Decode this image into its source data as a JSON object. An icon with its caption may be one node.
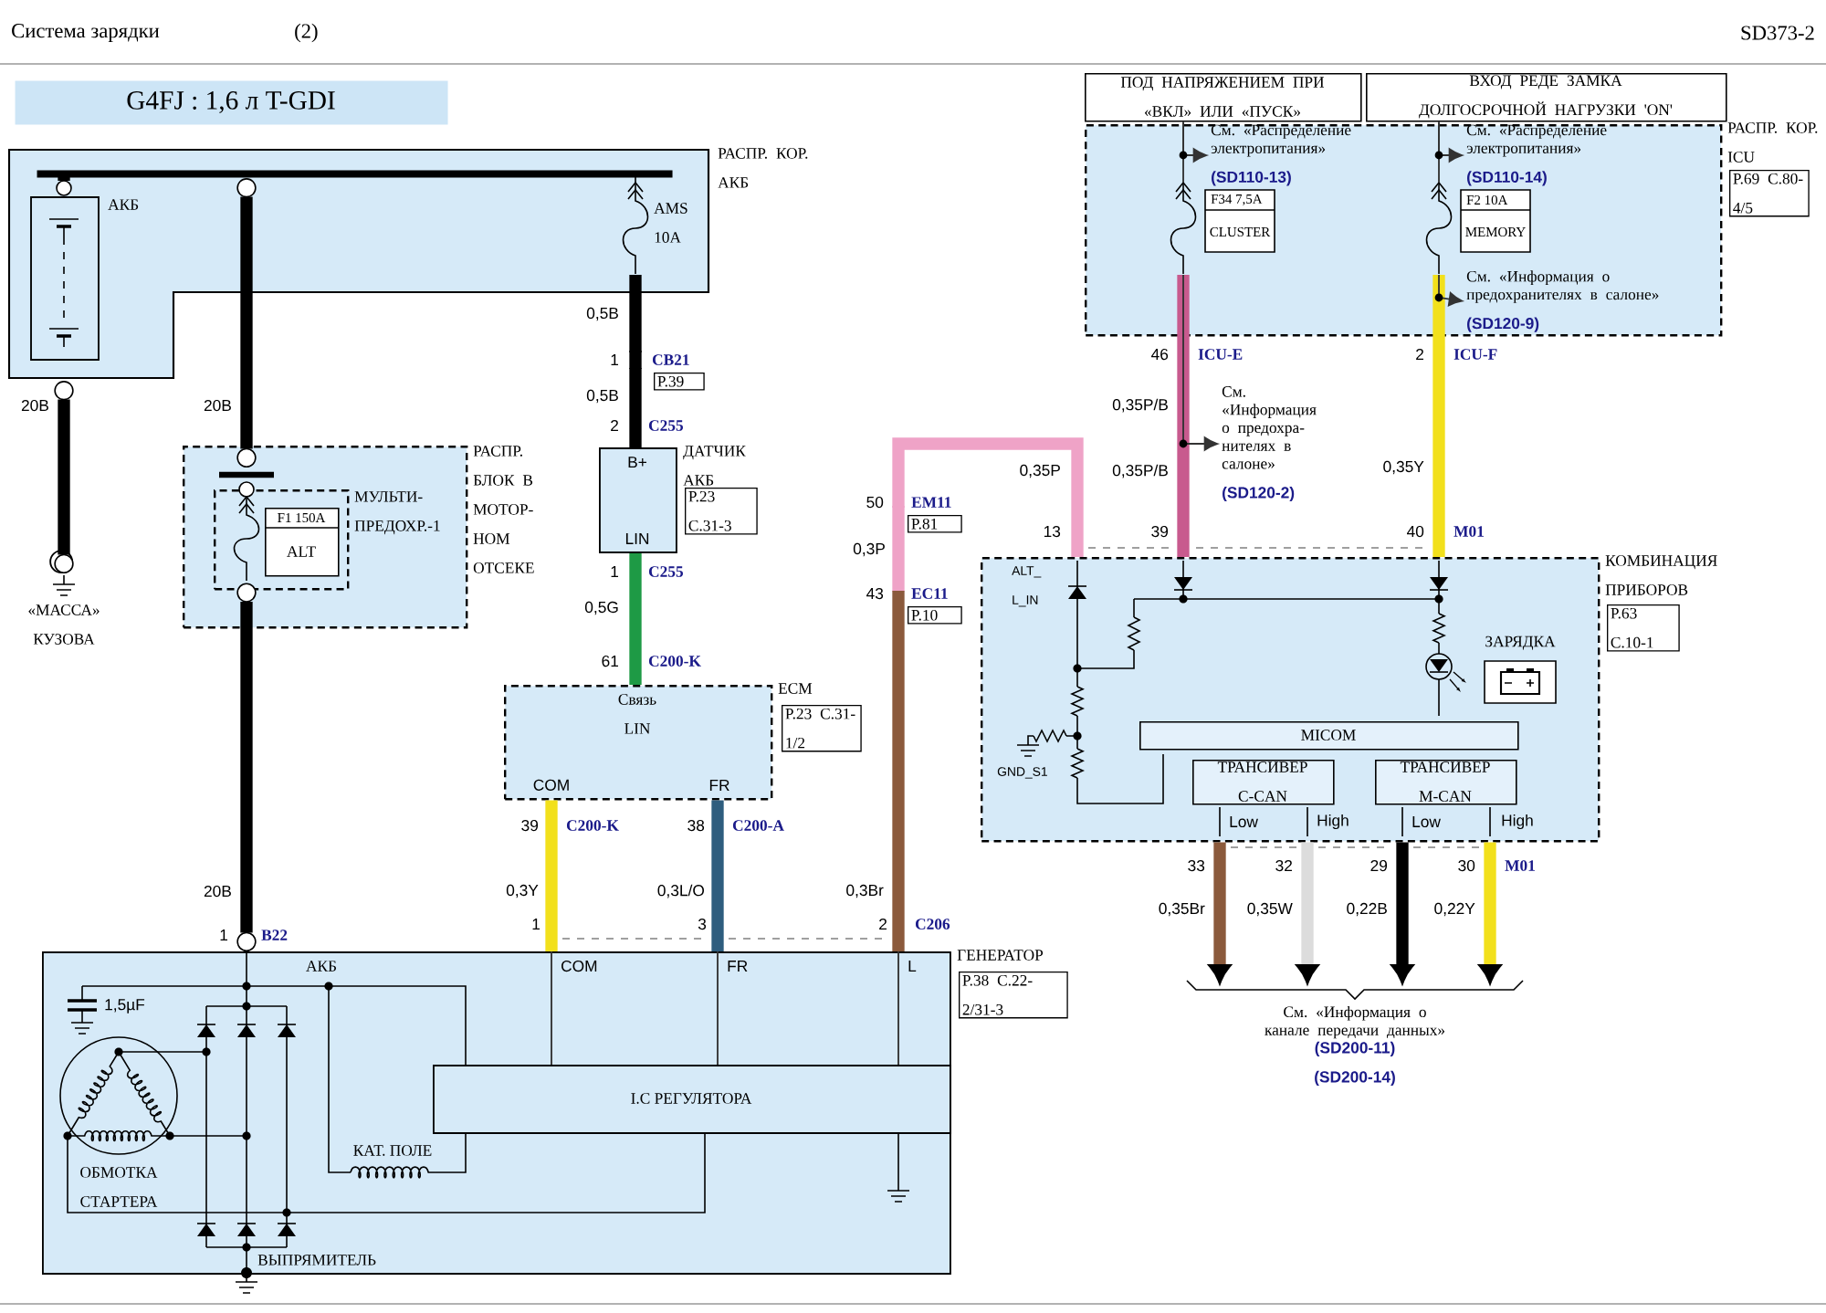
{
  "diagram": {
    "title": "Система зарядки",
    "nodes": [
      {
        "text": [
          "G4FJ : 1,6 л T-GDI"
        ]
      },
      {
        "text": [
          "РАСПР. КОР. АКБ"
        ]
      },
      {
        "text": [
          "АКБ"
        ],
        "in": 1
      },
      {
        "text": [
          "AMS 10A"
        ],
        "in": 1
      },
      {
        "text": [
          "«МАССА» КУЗОВА"
        ]
      },
      {
        "text": [
          "РАСПР. БЛОК В МОТОР- НОМ ОТСЕКЕ"
        ]
      },
      {
        "text": [
          "МУЛЬТИ- ПРЕДОХР.-1"
        ],
        "in": 5
      },
      {
        "text": [
          "F1 150A",
          "ALT"
        ],
        "in": 6
      },
      {
        "text": [
          "B+",
          "LIN",
          "ДАТЧИК АКБ"
        ]
      },
      {
        "text": [
          "Связь LIN",
          "COM",
          "FR",
          "ECM"
        ]
      },
      {
        "text": [
          "РАСПР. КОР. ICU"
        ]
      },
      {
        "text": [
          "ПОД НАПРЯЖЕНИЕМ ПРИ «ВКЛ» ИЛИ «ПУСК»"
        ]
      },
      {
        "text": [
          "ВХОД РЕДЕ ЗАМКА ДОЛГОСРОЧНОЙ НАГРУЗКИ 'ON'"
        ]
      },
      {
        "text": [
          "F34 7,5A",
          "CLUSTER"
        ],
        "in": 10
      },
      {
        "text": [
          "F2 10A",
          "MEMORY"
        ],
        "in": 10
      },
      {
        "text": [
          "КОМБИНАЦИЯ ПРИБОРОВ",
          "ALT_ L_IN",
          "GND_S1",
          "Low",
          "High",
          "Low",
          "High"
        ]
      },
      {
        "text": [
          "MICOM"
        ],
        "in": 15
      },
      {
        "text": [
          "ТРАНСИВЕР C-CAN"
        ],
        "in": 15
      },
      {
        "text": [
          "ТРАНСИВЕР M-CAN"
        ],
        "in": 15
      },
      {
        "text": [
          "ЗАРЯДКА"
        ],
        "in": 15
      },
      {
        "text": [
          "ГЕНЕРАТОР",
          "АКБ",
          "COM",
          "FR",
          "L",
          "1,5µF",
          "ОБМОТКА СТАРТЕРА",
          "КАТ. ПОЛЕ",
          "ВЫПРЯМИТЕЛЬ"
        ]
      },
      {
        "text": [
          "I.C РЕГУЛЯТОРА"
        ],
        "in": 20
      },
      {
        "text": [
          "См. «Информация о канале передачи данных»",
          "(SD200-11)",
          "(SD200-14)"
        ]
      },
      {
        "text": [
          "См. «Распределение электропитания»",
          "(SD110-13)"
        ],
        "in": 10
      },
      {
        "text": [
          "См. «Распределение электропитания»",
          "(SD110-14)"
        ],
        "in": 10
      },
      {
        "text": [
          "См. «Информация о предохранителях в салоне»",
          "(SD120-9)"
        ],
        "in": 10
      },
      {
        "text": [
          "См. «Информация о предохра- нителях в салоне»",
          "(SD120-2)"
        ]
      },
      {
        "text": [
          "CB21"
        ]
      },
      {
        "text": [
          "EM11",
          "EC11"
        ]
      },
      {
        "text": [],
        "shape": "bar",
        "in": 1
      },
      {
        "text": [
          "P.39"
        ]
      },
      {
        "text": [
          "P.81"
        ]
      },
      {
        "text": [
          "P.10"
        ]
      },
      {
        "text": [
          "P.23 C.31-3"
        ]
      },
      {
        "text": [
          "P.23 C.31-1/2"
        ]
      },
      {
        "text": [
          "P.69 C.80-4/5"
        ]
      },
      {
        "text": [
          "P.63 C.10-1"
        ]
      },
      {
        "text": [
          "P.38 C.22-2/31-3"
        ]
      }
    ],
    "edges": [
      {
        "from": 2,
        "to": 4,
        "arrow": "other",
        "label": "20B"
      },
      {
        "from": 29,
        "to": 6,
        "arrow": "other",
        "label": "20B"
      },
      {
        "from": 6,
        "to": 20,
        "arrow": "other",
        "label": "20B"
      },
      {
        "from": 3,
        "to": 27,
        "arrow": "none",
        "label": "0,5B"
      },
      {
        "from": 27,
        "to": 8,
        "arrow": "none",
        "label": "0,5B"
      },
      {
        "from": 8,
        "to": 9,
        "arrow": "none",
        "label": "0,5G",
        "color": "#1e9a45"
      },
      {
        "from": 9,
        "to": 20,
        "arrow": "none",
        "label": "0,3Y",
        "color": "#f2e01c"
      },
      {
        "from": 9,
        "to": 20,
        "arrow": "none",
        "label": "0,3L/O",
        "color": "#2e5d7e"
      },
      {
        "from": 15,
        "to": 28,
        "arrow": "none",
        "label": "0,35P",
        "color": "#efa3c7"
      },
      {
        "from": 28,
        "to": 20,
        "arrow": "none",
        "label": "0,3Br",
        "color": "#8b5a3c"
      },
      {
        "from": 11,
        "to": 13,
        "arrow": "none",
        "color": "#333333"
      },
      {
        "from": 12,
        "to": 14,
        "arrow": "none",
        "color": "#333333"
      },
      {
        "from": 13,
        "to": 15,
        "arrow": "none",
        "label": "0,35P/B",
        "color": "#c85a8e"
      },
      {
        "from": 14,
        "to": 15,
        "arrow": "none",
        "label": "0,35Y",
        "color": "#f2e01c"
      },
      {
        "from": 13,
        "to": 26,
        "arrow": "to",
        "color": "#333333"
      },
      {
        "from": 11,
        "to": 23,
        "arrow": "to",
        "color": "#333333"
      },
      {
        "from": 12,
        "to": 24,
        "arrow": "to",
        "color": "#333333"
      },
      {
        "from": 14,
        "to": 25,
        "arrow": "to",
        "color": "#333333"
      },
      {
        "from": 15,
        "to": 22,
        "arrow": "to",
        "label": "0,35Br",
        "color": "#8b5a3c"
      },
      {
        "from": 15,
        "to": 22,
        "arrow": "to",
        "label": "0,35W",
        "color": "#dcdcdc"
      },
      {
        "from": 15,
        "to": 22,
        "arrow": "to",
        "label": "0,22B"
      },
      {
        "from": 15,
        "to": 22,
        "arrow": "to",
        "label": "0,22Y",
        "color": "#f2e01c"
      },
      {
        "from": 20,
        "to": 21,
        "arrow": "none",
        "color": "#333333"
      },
      {
        "from": 20,
        "to": 21,
        "arrow": "none",
        "color": "#333333"
      },
      {
        "from": 20,
        "to": 21,
        "arrow": "none",
        "color": "#333333"
      }
    ],
    "labels": [
      "(2)",
      "SD373-2",
      "1",
      "2",
      "C255",
      "50",
      "0,3P",
      "43",
      "1",
      "C255",
      "61",
      "C200-K",
      "46",
      "ICU-E",
      "2",
      "ICU-F",
      "0,35P/B",
      "13",
      "39",
      "40",
      "M01",
      "39",
      "C200-K",
      "38",
      "C200-A",
      "33",
      "32",
      "29",
      "30",
      "M01",
      "1",
      "B22",
      "1",
      "3",
      "2",
      "C206"
    ]
  }
}
